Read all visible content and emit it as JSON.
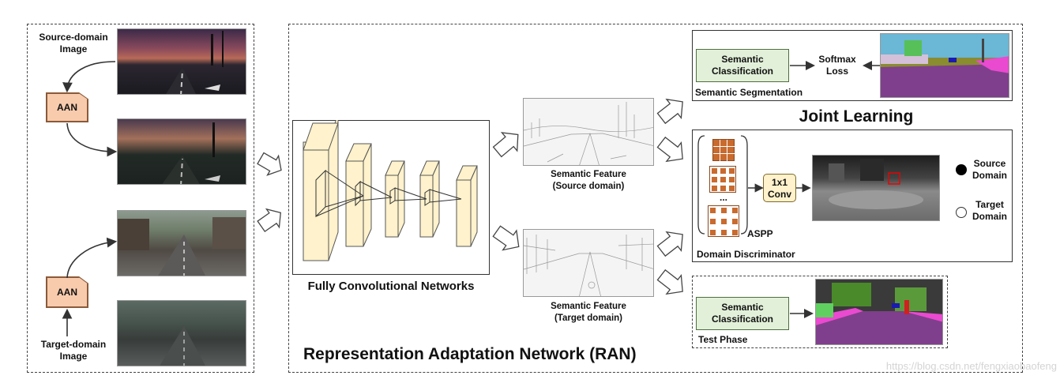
{
  "left_panel": {
    "source_image_label": "Source-domain\nImage",
    "target_image_label": "Target-domain\nImage",
    "aan_top": "AAN",
    "aan_bottom": "AAN"
  },
  "fcn_label": "Fully Convolutional Networks",
  "semantic_feature_source": "Semantic Feature\n(Source domain)",
  "semantic_feature_target": "Semantic Feature\n(Target domain)",
  "ran_title": "Representation Adaptation Network (RAN)",
  "joint_learning": "Joint Learning",
  "segmentation_box": {
    "classification": "Semantic\nClassification",
    "loss": "Softmax\nLoss",
    "title": "Semantic Segmentation"
  },
  "discriminator_box": {
    "dots": "...",
    "aspp": "ASPP",
    "conv": "1x1\nConv",
    "source": "Source\nDomain",
    "target": "Target\nDomain",
    "title": "Domain Discriminator"
  },
  "test_box": {
    "classification": "Semantic\nClassification",
    "title": "Test Phase"
  },
  "watermark": "https://blog.csdn.net/fengxiaobaofeng",
  "colors": {
    "aan_fill": "#f8cbad",
    "classifier_fill": "#e2f0d9",
    "fcn_layer_fill": "#fff2cc",
    "segment_road": "#7f3f8c"
  }
}
